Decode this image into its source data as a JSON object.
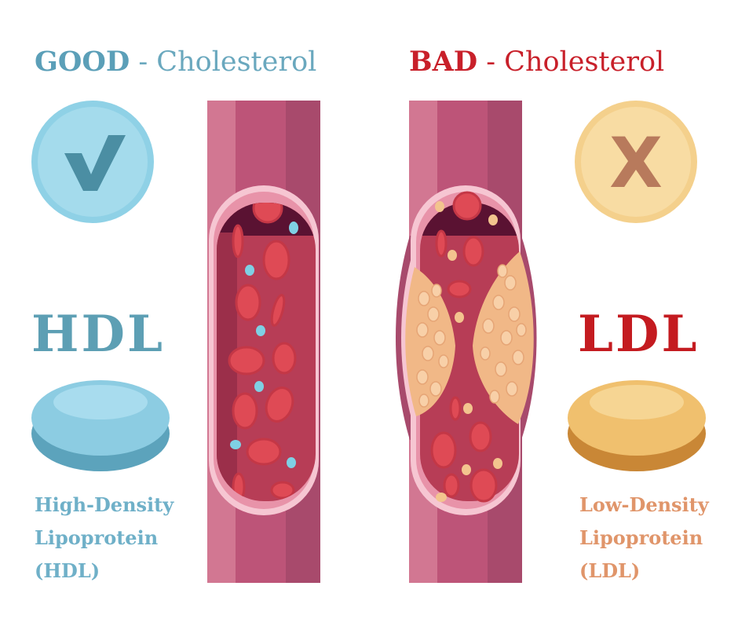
{
  "good": {
    "title_strong": "GOOD",
    "title_rest": " - Cholesterol",
    "badge_icon": "check-icon",
    "abbreviation": "HDL",
    "description": [
      "High-Density",
      "Lipoprotein",
      "(HDL)"
    ],
    "color": "#5d9fb4"
  },
  "bad": {
    "title_strong": "BAD",
    "title_rest": " - Cholesterol",
    "badge_icon": "x-icon",
    "badge_letter": "X",
    "abbreviation": "LDL",
    "description": [
      "Low-Density",
      "Lipoprotein",
      "(LDL)"
    ],
    "color": "#c41b20"
  },
  "colors": {
    "vessel_wall": "#a84a6c",
    "blood": "#b73d56",
    "red_cell": "#df4a55",
    "hdl_particle": "#7fd0e4",
    "ldl_particle": "#f3c48e",
    "plaque": "#f1b887"
  }
}
